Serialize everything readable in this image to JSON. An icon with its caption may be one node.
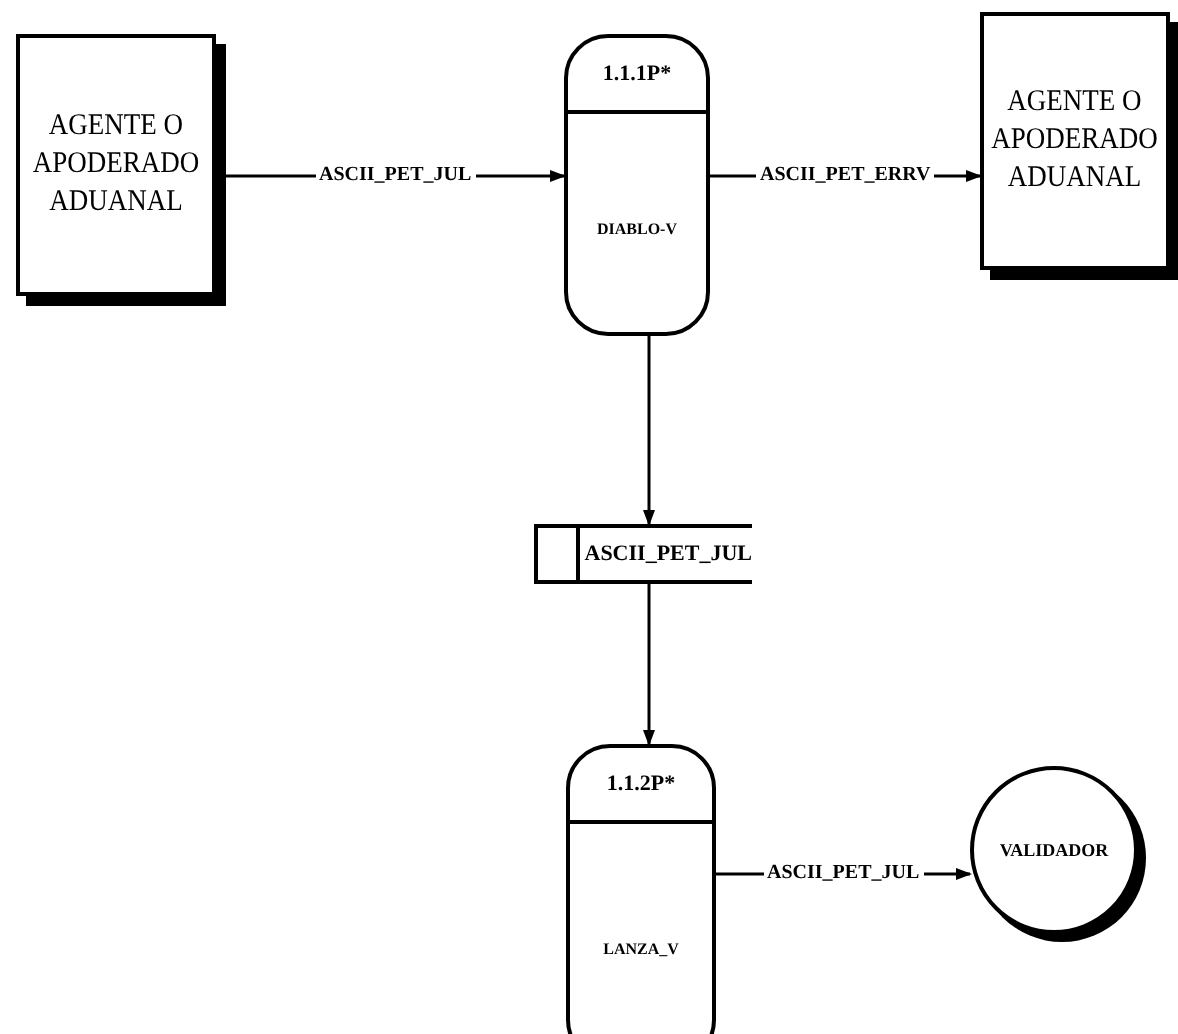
{
  "diagram": {
    "nodes": [
      {
        "text": [
          "AGENTE O APODERADO ADUANAL"
        ]
      },
      {
        "text": [
          "1.1.1P*",
          "DIABLO-V"
        ]
      },
      {
        "text": [
          "AGENTE O APODERADO ADUANAL"
        ]
      },
      {
        "text": [
          "ASCII_PET_JUL"
        ]
      },
      {
        "text": [
          "1.1.2P*",
          "LANZA_V"
        ]
      },
      {
        "text": [
          "VALIDADOR"
        ]
      }
    ],
    "edges": [
      {
        "from": 0,
        "to": 1,
        "arrow": "to",
        "label": "ASCII_PET_JUL"
      },
      {
        "from": 1,
        "to": 2,
        "arrow": "to",
        "label": "ASCII_PET_ERRV"
      },
      {
        "from": 1,
        "to": 3,
        "arrow": "to"
      },
      {
        "from": 3,
        "to": 4,
        "arrow": "to"
      },
      {
        "from": 4,
        "to": 5,
        "arrow": "to",
        "label": "ASCII_PET_JUL"
      }
    ]
  }
}
